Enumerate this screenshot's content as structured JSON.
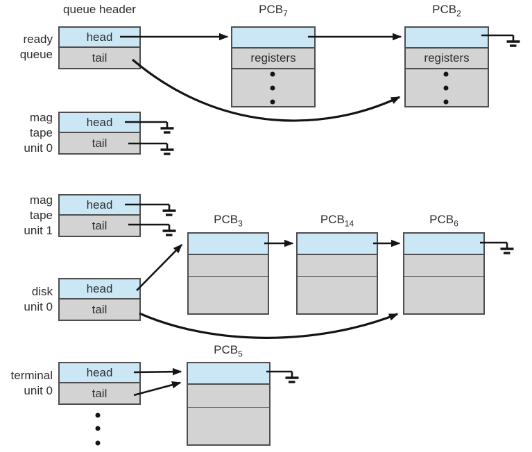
{
  "diagram": {
    "queue_header_label": "queue header",
    "box_labels": {
      "head": "head",
      "tail": "tail",
      "registers": "registers"
    },
    "queues": [
      {
        "id": "ready-queue",
        "label_lines": [
          "ready",
          "queue"
        ],
        "head_points_to": "pcb7",
        "tail_points_to": "pcb2"
      },
      {
        "id": "mag-tape-unit-0",
        "label_lines": [
          "mag",
          "tape",
          "unit 0"
        ],
        "head_points_to": "null",
        "tail_points_to": "null"
      },
      {
        "id": "mag-tape-unit-1",
        "label_lines": [
          "mag",
          "tape",
          "unit 1"
        ],
        "head_points_to": "null",
        "tail_points_to": "null"
      },
      {
        "id": "disk-unit-0",
        "label_lines": [
          "disk",
          "unit 0"
        ],
        "head_points_to": "pcb3",
        "tail_points_to": "pcb6"
      },
      {
        "id": "terminal-unit-0",
        "label_lines": [
          "terminal",
          "unit 0"
        ],
        "head_points_to": "pcb5",
        "tail_points_to": "pcb5",
        "has_more_queues_ellipsis": true
      }
    ],
    "pcbs": [
      {
        "id": "pcb7",
        "base": "PCB",
        "sub": "7",
        "fields": [
          "registers"
        ],
        "has_ellipsis": true,
        "next": "pcb2"
      },
      {
        "id": "pcb2",
        "base": "PCB",
        "sub": "2",
        "fields": [
          "registers"
        ],
        "has_ellipsis": true,
        "next": "null"
      },
      {
        "id": "pcb3",
        "base": "PCB",
        "sub": "3",
        "next": "pcb14"
      },
      {
        "id": "pcb14",
        "base": "PCB",
        "sub": "14",
        "next": "pcb6"
      },
      {
        "id": "pcb6",
        "base": "PCB",
        "sub": "6",
        "next": "null"
      },
      {
        "id": "pcb5",
        "base": "PCB",
        "sub": "5",
        "next": "null"
      }
    ],
    "colors": {
      "header_fill": "#cbe7f6",
      "body_fill": "#d3d3d3",
      "border": "#4d4d4d",
      "line": "#141414",
      "background": "#ffffff",
      "text": "#2e2e2e"
    }
  }
}
